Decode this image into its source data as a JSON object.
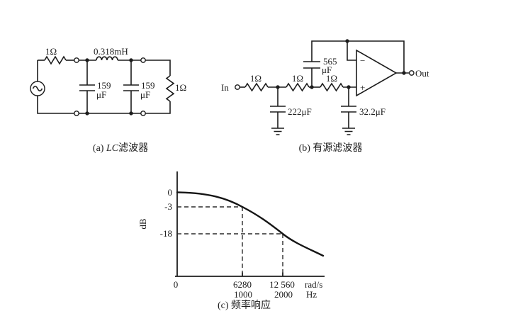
{
  "figure": {
    "background": "#ffffff",
    "ink_color": "#1c1c1c"
  },
  "circuit_a": {
    "caption_prefix": "(a) ",
    "caption_italic": "LC",
    "caption_suffix": "滤波器",
    "r1_label": "1Ω",
    "inductor_label": "0.318mH",
    "cap1_value": "159",
    "cap1_unit": "μF",
    "cap2_value": "159",
    "cap2_unit": "μF",
    "load_label": "1Ω"
  },
  "circuit_b": {
    "caption": "(b) 有源滤波器",
    "in_label": "In",
    "out_label": "Out",
    "r1_label": "1Ω",
    "r2_label": "1Ω",
    "r3_label": "1Ω",
    "cap_shunt1_label": "222μF",
    "cap_feedback_value": "565",
    "cap_feedback_unit": "μF",
    "cap_shunt2_label": "32.2μF",
    "opamp_minus": "−",
    "opamp_plus": "+"
  },
  "chart": {
    "caption": "(c) 频率响应",
    "ylabel": "dB",
    "ytick_zero": "0",
    "ytick_minus3": "-3",
    "ytick_minus18": "-18",
    "xtick_origin": "0",
    "xtick_rad1": "6280",
    "xtick_rad2": "12 560",
    "xunit_rad": "rad/s",
    "xtick_hz1": "1000",
    "xtick_hz2": "2000",
    "xunit_hz": "Hz"
  },
  "chart_data": {
    "type": "line",
    "title": "频率响应 (frequency response of the filters)",
    "xlabel": "angular frequency rad/s (frequency Hz)",
    "ylabel": "dB",
    "x_rad_per_s": [
      0,
      6280,
      12560
    ],
    "x_hz": [
      0,
      1000,
      2000
    ],
    "y_db": [
      0,
      -3,
      -18
    ],
    "ylim": [
      -30,
      2
    ],
    "xlim_rad_per_s": [
      0,
      16000
    ],
    "grid": false,
    "legend": "none",
    "marked_points": [
      {
        "x_rad_per_s": 6280,
        "x_hz": 1000,
        "y_db": -3
      },
      {
        "x_rad_per_s": 12560,
        "x_hz": 2000,
        "y_db": -18
      }
    ]
  }
}
